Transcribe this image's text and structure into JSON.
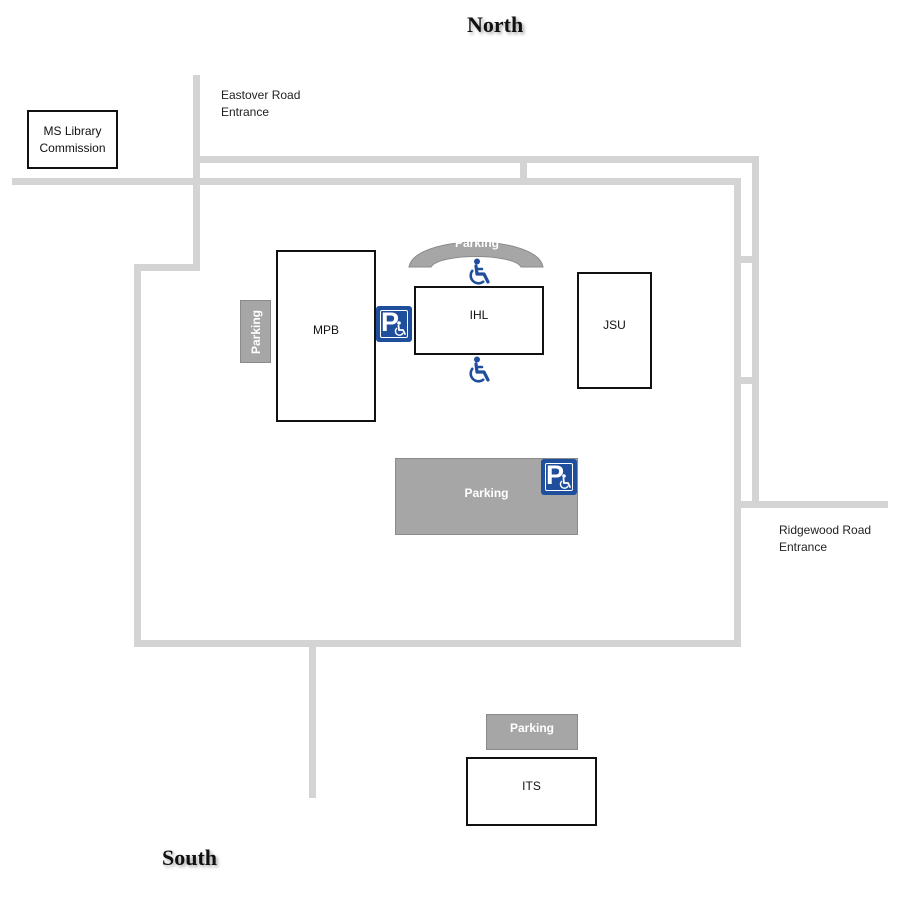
{
  "compass": {
    "north": "North",
    "south": "South"
  },
  "entrances": {
    "eastover_line1": "Eastover Road",
    "eastover_line2": "Entrance",
    "ridgewood_line1": "Ridgewood Road",
    "ridgewood_line2": "Entrance"
  },
  "buildings": {
    "ms_library_line1": "MS Library",
    "ms_library_line2": "Commission",
    "mpb": "MPB",
    "ihl": "IHL",
    "jsu": "JSU",
    "its": "ITS"
  },
  "parking": {
    "north_arc": "Parking",
    "west_mpb": "Parking",
    "center_lot": "Parking",
    "its_lot": "Parking"
  },
  "icons": [
    "parking-sign-icon",
    "wheelchair-icon"
  ],
  "colors": {
    "road": "#d4d4d4",
    "parking": "#a6a6a6",
    "accessible_blue": "#1f4e9d"
  }
}
